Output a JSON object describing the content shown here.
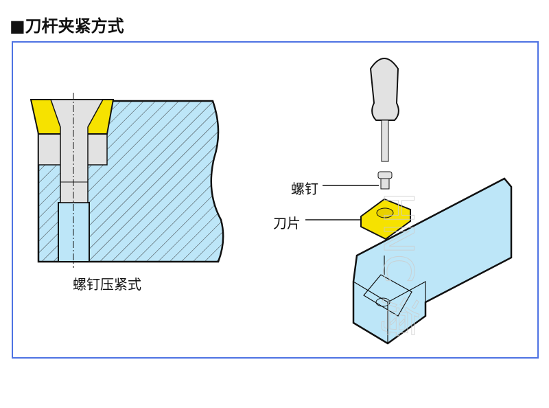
{
  "title": "■刀杆夹紧方式",
  "left_caption": "螺钉压紧式",
  "labels": {
    "screw": "螺钉",
    "insert": "刀片"
  },
  "watermark": "HNC 海",
  "colors": {
    "frame": "#4d72e3",
    "steel": "#bde6f8",
    "insert": "#f6e200",
    "screw": "#e2e2e2"
  }
}
